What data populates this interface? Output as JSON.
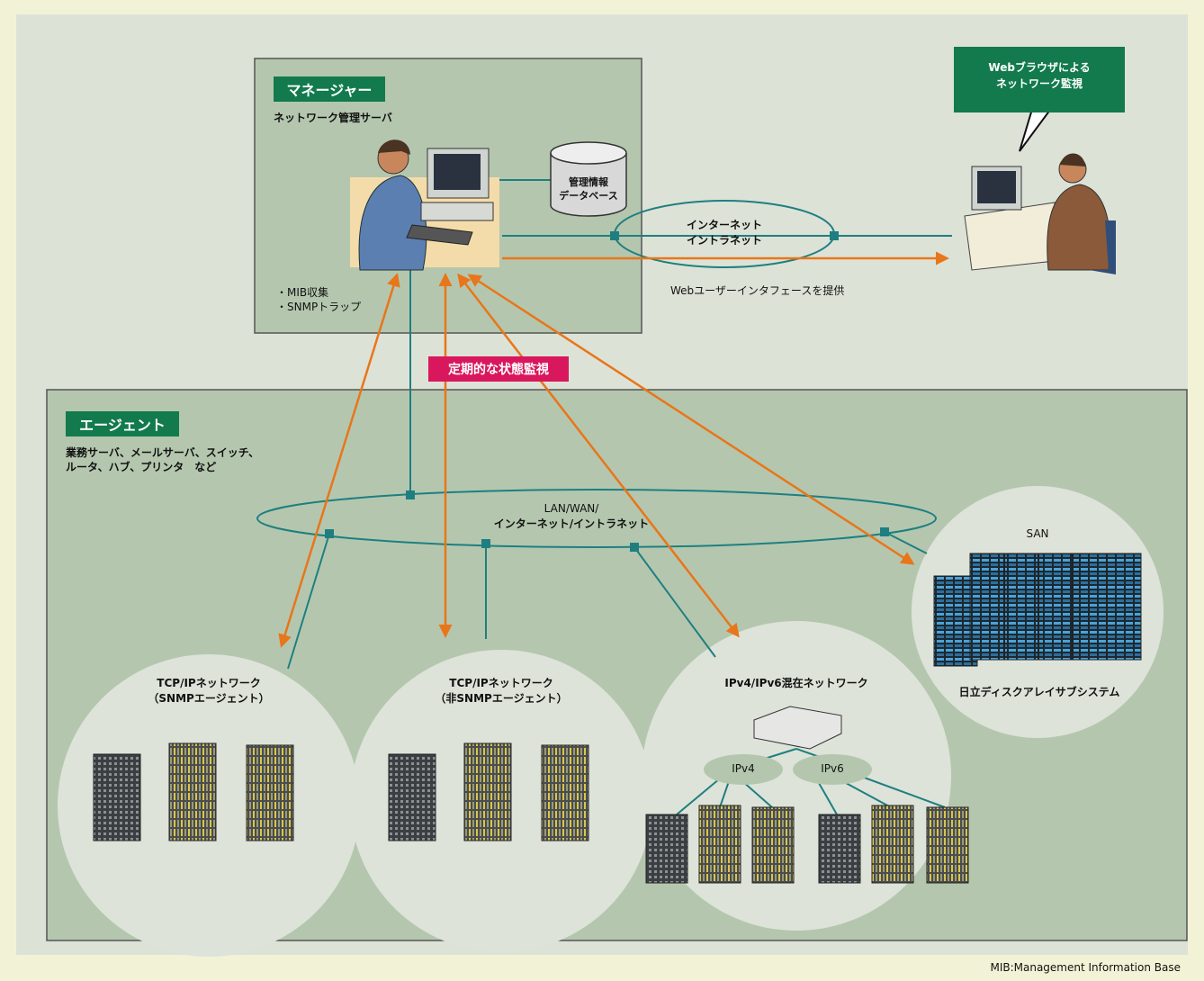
{
  "manager": {
    "tag": "マネージャー",
    "subtitle": "ネットワーク管理サーバ",
    "features": [
      "・MIB収集",
      "・SNMPトラップ"
    ],
    "db_line1": "管理情報",
    "db_line2": "データベース"
  },
  "internet": {
    "line1": "インターネット",
    "line2": "イントラネット"
  },
  "web": {
    "callout_line1": "Webブラウザによる",
    "callout_line2": "ネットワーク監視",
    "ui_label": "Webユーザーインタフェースを提供"
  },
  "monitor_label": "定期的な状態監視",
  "agent": {
    "tag": "エージェント",
    "desc_line1": "業務サーバ、メールサーバ、スイッチ、",
    "desc_line2": "ルータ、ハブ、プリンタ　など"
  },
  "lan": {
    "line1": "LAN/WAN/",
    "line2": "インターネット/イントラネット"
  },
  "groups": {
    "snmp": {
      "line1": "TCP/IPネットワーク",
      "line2": "（SNMPエージェント）"
    },
    "nonsnmp": {
      "line1": "TCP/IPネットワーク",
      "line2": "（非SNMPエージェント）"
    },
    "ipv46": {
      "title": "IPv4/IPv6混在ネットワーク",
      "v4": "IPv4",
      "v6": "IPv6"
    },
    "san": {
      "title": "SAN",
      "caption": "日立ディスクアレイサブシステム"
    }
  },
  "footnote": "MIB:Management Information Base",
  "colors": {
    "background": "#f2f3d6",
    "panel": "#b4c7ae",
    "outer_panel": "#dde2d7",
    "tag_green": "#127a4c",
    "monitor_pink": "#d9175c",
    "network_teal": "#1f7f80",
    "arrow_orange": "#e8761a",
    "circle_fill": "#dde3d9"
  }
}
